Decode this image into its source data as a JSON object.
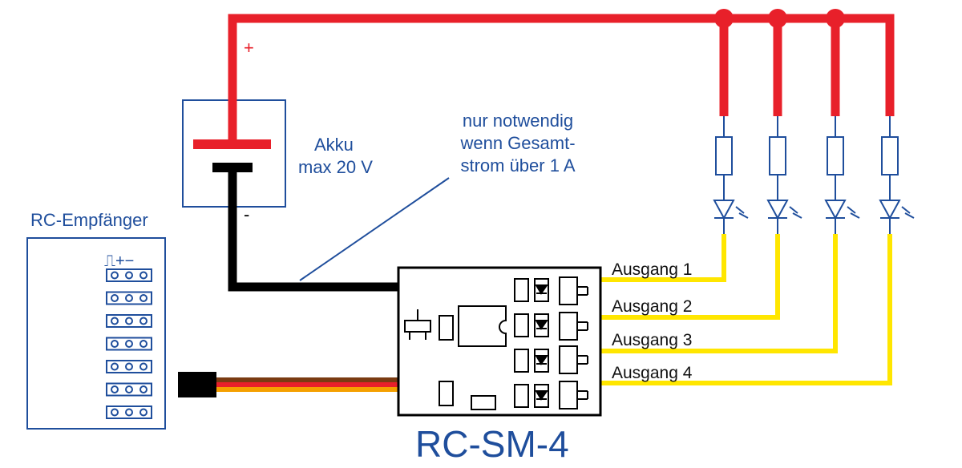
{
  "labels": {
    "plus": "+",
    "minus": "-",
    "battery_line1": "Akku",
    "battery_line2": "max 20 V",
    "note_line1": "nur notwendig",
    "note_line2": "wenn Gesamt-",
    "note_line3": "strom über 1 A",
    "receiver": "RC-Empfänger",
    "pin_symbols": "⎍+−",
    "module": "RC-SM-4"
  },
  "outputs": [
    "Ausgang 1",
    "Ausgang 2",
    "Ausgang 3",
    "Ausgang 4"
  ],
  "colors": {
    "positive": "#e8202a",
    "negative": "#000000",
    "output": "#ffe600",
    "outline": "#1f4e9c",
    "servo_brown": "#7a3b12",
    "servo_red": "#e8202a",
    "servo_orange": "#f5a000"
  }
}
